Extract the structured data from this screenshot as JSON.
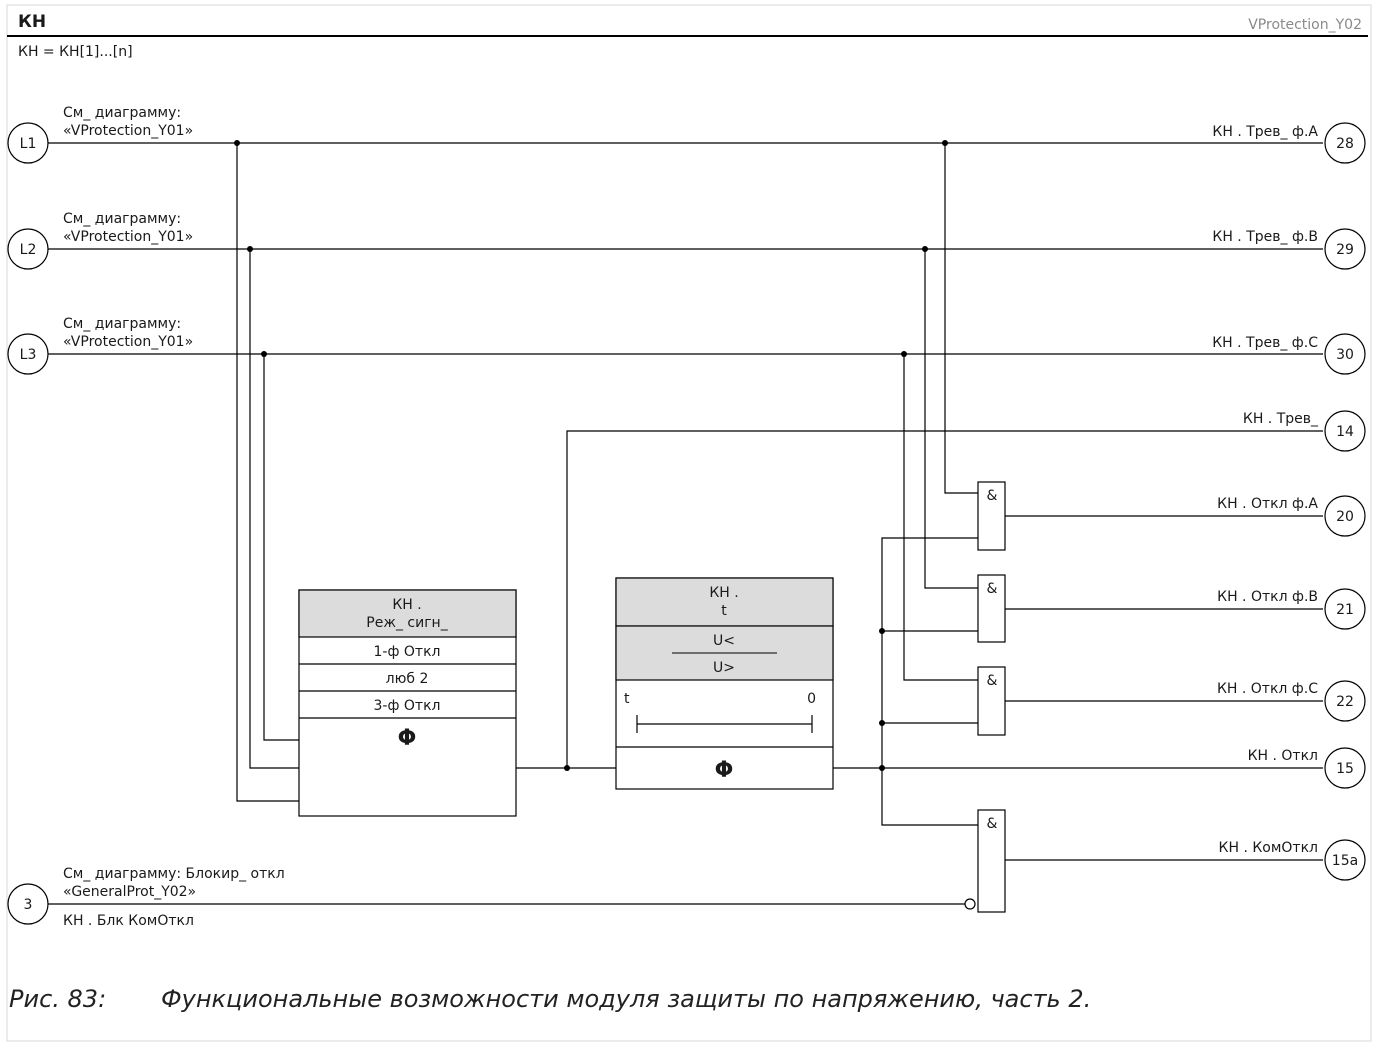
{
  "header": {
    "title": "КН",
    "diagram_id": "VProtection_Y02",
    "subtitle": "КН = КН[1]...[n]"
  },
  "inputs": {
    "l1": {
      "label": "L1",
      "ref_line1": "См_ диаграмму:",
      "ref_line2": "«VProtection_Y01»"
    },
    "l2": {
      "label": "L2",
      "ref_line1": "См_ диаграмму:",
      "ref_line2": "«VProtection_Y01»"
    },
    "l3": {
      "label": "L3",
      "ref_line1": "См_ диаграмму:",
      "ref_line2": "«VProtection_Y01»"
    },
    "block": {
      "label": "3",
      "ref_line1": "См_ диаграмму: Блокир_ откл",
      "ref_line2": "«GeneralProt_Y02»",
      "signal": "КН . Блк КомОткл"
    }
  },
  "outputs": [
    {
      "num": "28",
      "label": "КН . Трев_ ф.A"
    },
    {
      "num": "29",
      "label": "КН . Трев_ ф.B"
    },
    {
      "num": "30",
      "label": "КН . Трев_ ф.C"
    },
    {
      "num": "14",
      "label": "КН . Трев_"
    },
    {
      "num": "20",
      "label": "КН . Откл ф.A"
    },
    {
      "num": "21",
      "label": "КН . Откл ф.B"
    },
    {
      "num": "22",
      "label": "КН . Откл ф.C"
    },
    {
      "num": "15",
      "label": "КН . Откл"
    },
    {
      "num": "15a",
      "label": "КН . КомОткл"
    }
  ],
  "mode_block": {
    "title1": "КН .",
    "title2": "Реж_ сигн_",
    "options": [
      "1-ф Откл",
      "люб 2",
      "3-ф Откл"
    ],
    "symbol": "Φ"
  },
  "timer_block": {
    "title1": "КН .",
    "title2": "t",
    "mode_top": "U<",
    "mode_bottom": "U>",
    "t_label": "t",
    "zero_label": "0",
    "symbol": "Φ"
  },
  "gates": {
    "and_symbol": "&"
  },
  "caption": {
    "fig": "Рис. 83:",
    "text": "Функциональные возможности модуля защиты по напряжению, часть 2."
  }
}
